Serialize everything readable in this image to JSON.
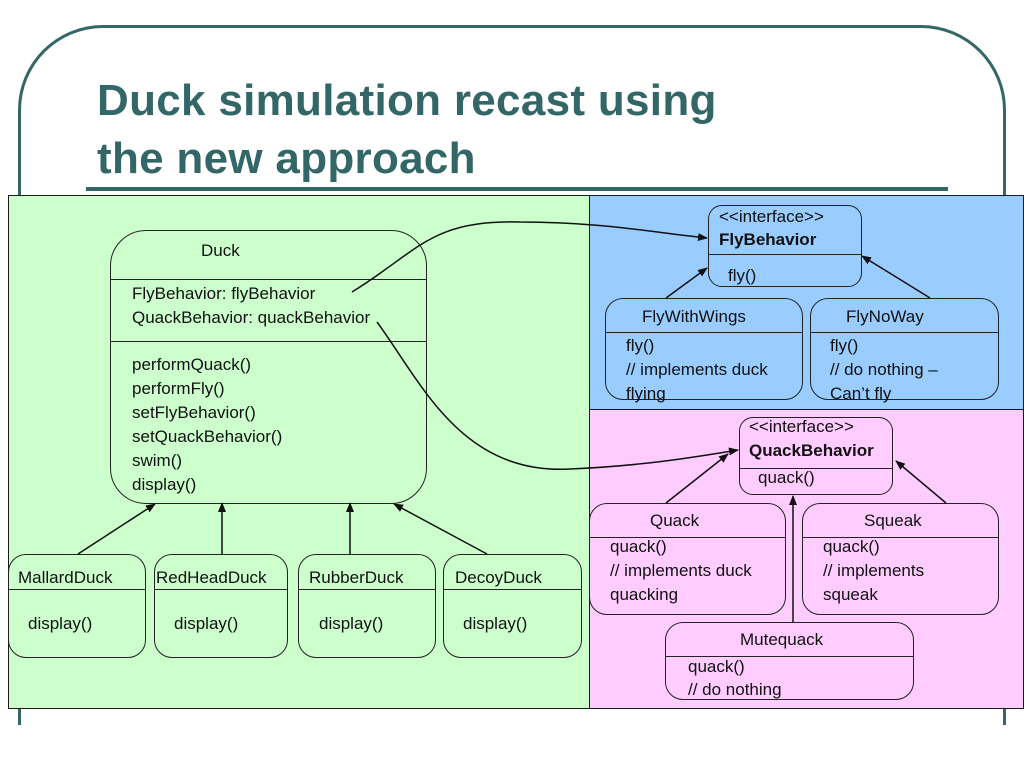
{
  "slide": {
    "title_line1": "Duck simulation recast using",
    "title_line2": "the new approach"
  },
  "colors": {
    "title": "#336666",
    "client_panel": "#ccffcc",
    "fly_panel": "#99ccff",
    "quack_panel": "#ffccff"
  },
  "duck": {
    "name": "Duck",
    "attributes": [
      "FlyBehavior: flyBehavior",
      "QuackBehavior: quackBehavior"
    ],
    "methods": [
      "performQuack()",
      "performFly()",
      "setFlyBehavior()",
      "setQuackBehavior()",
      "swim()",
      "display()"
    ]
  },
  "subclasses": [
    {
      "name": "MallardDuck",
      "method": "display()"
    },
    {
      "name": "RedHeadDuck",
      "method": "display()"
    },
    {
      "name": "RubberDuck",
      "method": "display()"
    },
    {
      "name": "DecoyDuck",
      "method": "display()"
    }
  ],
  "fly_behavior": {
    "stereotype": "<<interface>>",
    "name": "FlyBehavior",
    "method": "fly()",
    "implementations": [
      {
        "name": "FlyWithWings",
        "lines": [
          "fly()",
          "// implements duck",
          "flying"
        ]
      },
      {
        "name": "FlyNoWay",
        "lines": [
          "fly()",
          "// do nothing –",
          "Can’t fly"
        ]
      }
    ]
  },
  "quack_behavior": {
    "stereotype": "<<interface>>",
    "name": "QuackBehavior",
    "method": "quack()",
    "implementations": [
      {
        "name": "Quack",
        "lines": [
          "quack()",
          "// implements duck",
          "quacking"
        ]
      },
      {
        "name": "Squeak",
        "lines": [
          "quack()",
          "// implements",
          "squeak"
        ]
      },
      {
        "name": "Mutequack",
        "lines": [
          "quack()",
          "// do nothing"
        ]
      }
    ]
  }
}
